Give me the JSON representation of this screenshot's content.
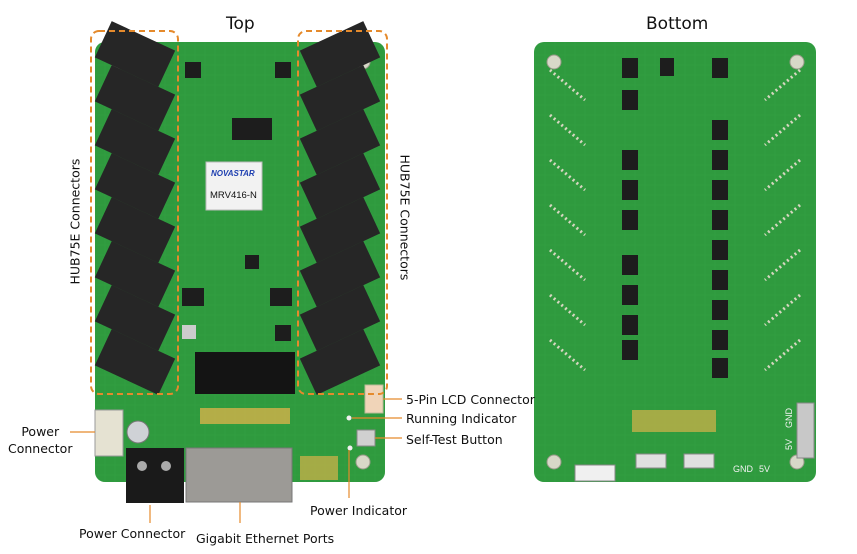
{
  "titles": {
    "top": "Top",
    "bottom": "Bottom"
  },
  "board_top": {
    "logo": "NOVASTAR",
    "model": "MRV416-N",
    "connector_label_left": "HUB75E Connectors",
    "connector_label_right": "HUB75E Connectors"
  },
  "callouts": {
    "power_connector_left": [
      "Power",
      "Connector"
    ],
    "power_connector_bottom": "Power Connector",
    "gigabit": "Gigabit Ethernet Ports",
    "power_indicator": "Power Indicator",
    "lcd": "5-Pin LCD Connector",
    "running": "Running Indicator",
    "selftest": "Self-Test Button"
  },
  "board_bottom": {
    "gnd_top": "GND",
    "v5_side": "5V",
    "gnd_bottom": "GND",
    "v5_bottom": "5V"
  },
  "colors": {
    "pcb": "#2f9a3e",
    "pcb_dark": "#237a2f",
    "connector": "#262626",
    "dash": "#e58a2c",
    "leader": "#e58a2c"
  }
}
